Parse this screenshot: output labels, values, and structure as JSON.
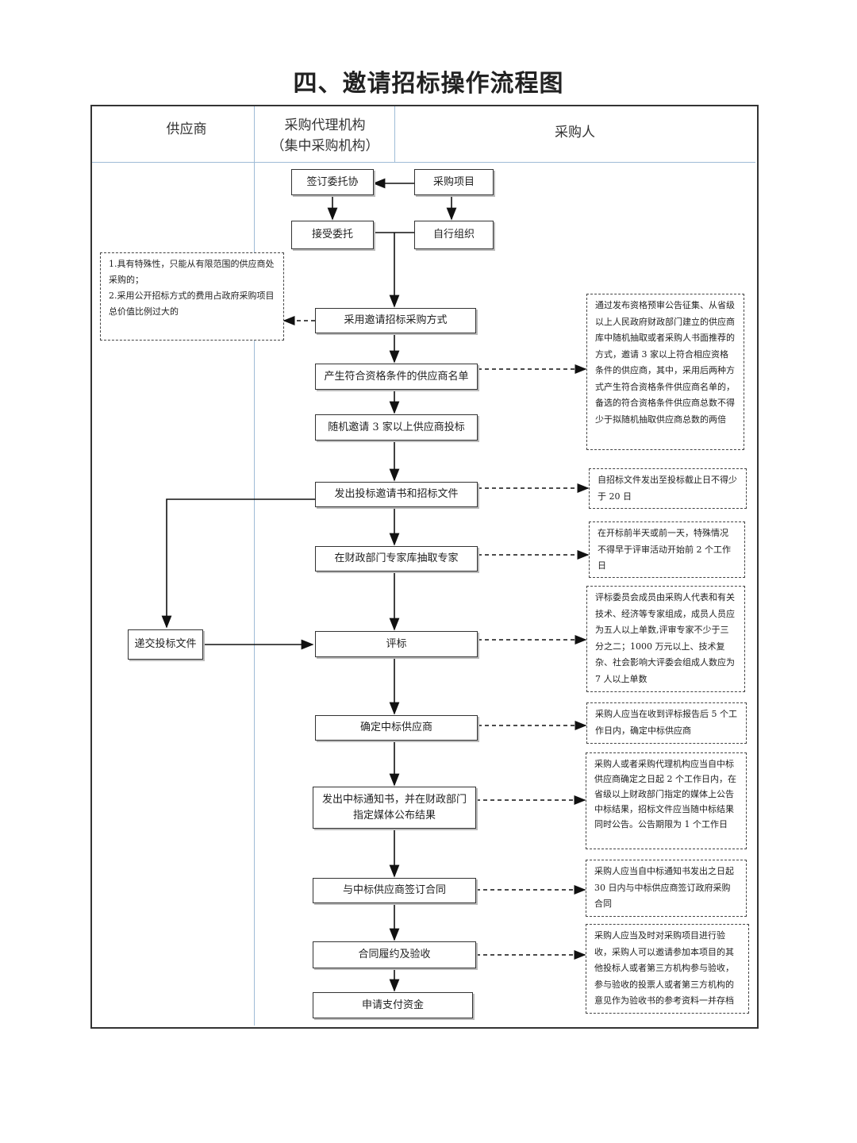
{
  "title": "四、邀请招标操作流程图",
  "lanes": {
    "supplier": "供应商",
    "agency_line1": "采购代理机构",
    "agency_line2": "（集中采购机构）",
    "purchaser": "采购人"
  },
  "steps": {
    "sign_entrust": "签订委托协",
    "purchase_project": "采购项目",
    "accept_entrust": "接受委托",
    "self_organize": "自行组织",
    "adopt_method": "采用邀请招标采购方式",
    "produce_list": "产生符合资格条件的供应商名单",
    "random_invite": "随机邀请 3 家以上供应商投标",
    "issue_docs": "发出投标邀请书和招标文件",
    "extract_experts": "在财政部门专家库抽取专家",
    "submit_bid": "递交投标文件",
    "evaluate": "评标",
    "determine_winner": "确定中标供应商",
    "issue_notice_line1": "发出中标通知书，并在财政部门",
    "issue_notice_line2": "指定媒体公布结果",
    "sign_contract": "与中标供应商签订合同",
    "performance": "合同履约及验收",
    "apply_payment": "申请支付资金"
  },
  "notes": {
    "conditions": "1.具有特殊性，只能从有限范围的供应商处采购的；\n2.采用公开招标方式的费用占政府采购项目总价值比例过大的",
    "list_method": "通过发布资格预审公告征集、从省级以上人民政府财政部门建立的供应商库中随机抽取或者采购人书面推荐的方式，邀请 3 家以上符合相应资格条件的供应商，其中，采用后两种方式产生符合资格条件供应商名单的，备选的符合资格条件供应商总数不得少于拟随机抽取供应商总数的两倍",
    "bid_period": "自招标文件发出至投标截止日不得少于 20 日",
    "expert_timing": "在开标前半天或前一天，特殊情况不得早于评审活动开始前 2 个工作日",
    "committee": "评标委员会成员由采购人代表和有关技术、经济等专家组成，成员人员应为五人以上单数,评审专家不少于三分之二；1000 万元以上、技术复杂、社会影响大评委会组成人数应为 7 人以上单数",
    "winner_time": "采购人应当在收到评标报告后 5 个工作日内，确定中标供应商",
    "announce": "采购人或者采购代理机构应当自中标供应商确定之日起 2 个工作日内，在省级以上财政部门指定的媒体上公告中标结果，招标文件应当随中标结果同时公告。公告期限为 1 个工作日",
    "contract_time": "采购人应当自中标通知书发出之日起 30 日内与中标供应商签订政府采购合同",
    "acceptance": "采购人应当及时对采购项目进行验收，采购人可以邀请参加本项目的其他投标人或者第三方机构参与验收，参与验收的投票人或者第三方机构的意见作为验收书的参考资料一并存档"
  }
}
